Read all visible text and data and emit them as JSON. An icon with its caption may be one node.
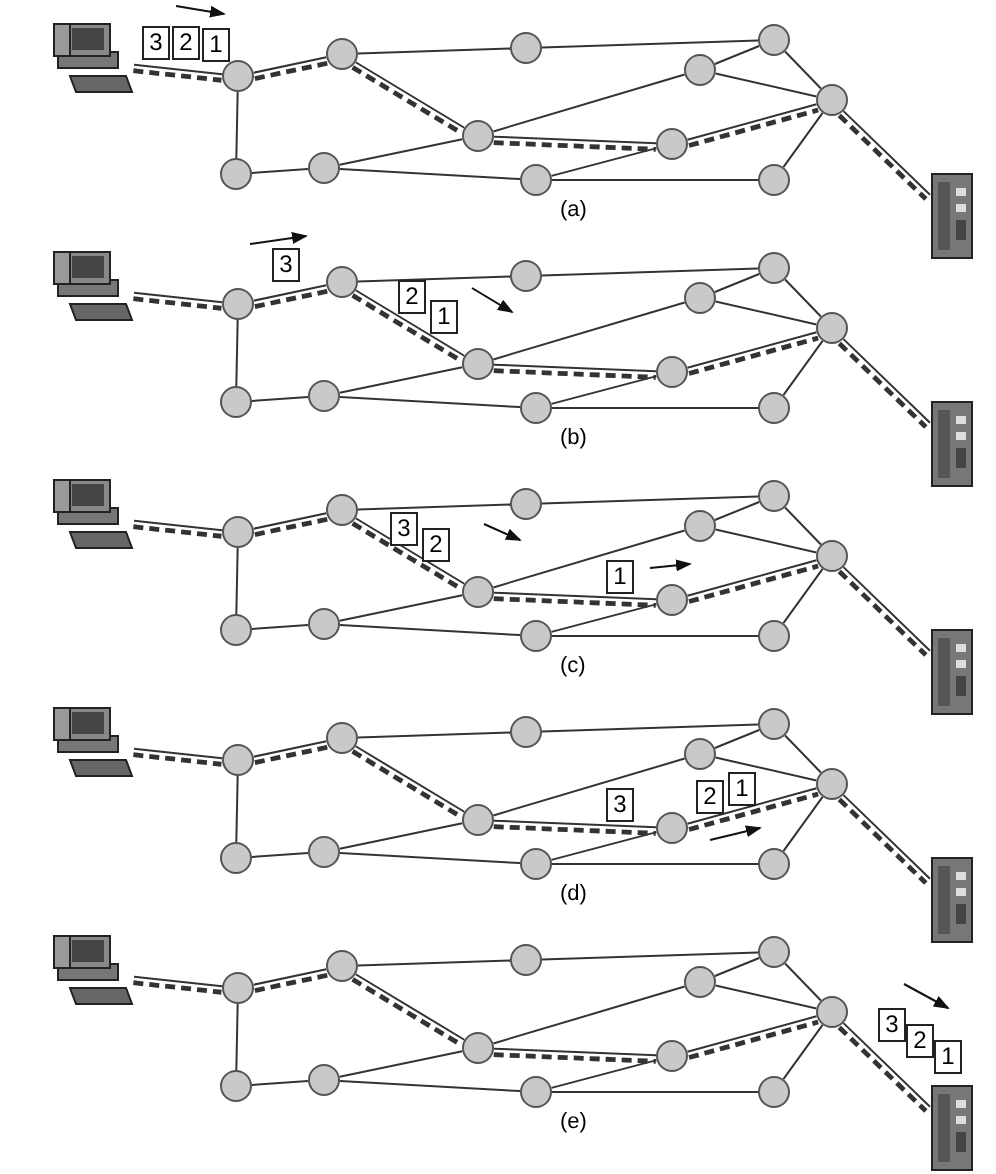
{
  "diagram": {
    "nodes": [
      {
        "text": [],
        "shape": "computer"
      },
      {
        "text": [],
        "shape": "circle"
      },
      {
        "text": [],
        "shape": "circle"
      },
      {
        "text": [],
        "shape": "circle"
      },
      {
        "text": [],
        "shape": "circle"
      },
      {
        "text": [],
        "shape": "circle"
      },
      {
        "text": [],
        "shape": "circle"
      },
      {
        "text": [],
        "shape": "circle"
      },
      {
        "text": [],
        "shape": "circle"
      },
      {
        "text": [],
        "shape": "circle"
      },
      {
        "text": [],
        "shape": "circle"
      },
      {
        "text": [],
        "shape": "circle"
      },
      {
        "text": [],
        "shape": "circle"
      },
      {
        "text": [],
        "shape": "server"
      },
      {
        "text": [
          "3"
        ]
      },
      {
        "text": [
          "2"
        ]
      },
      {
        "text": [
          "1"
        ]
      },
      {
        "text": [],
        "shape": "computer"
      },
      {
        "text": [],
        "shape": "circle"
      },
      {
        "text": [],
        "shape": "circle"
      },
      {
        "text": [],
        "shape": "circle"
      },
      {
        "text": [],
        "shape": "circle"
      },
      {
        "text": [],
        "shape": "circle"
      },
      {
        "text": [],
        "shape": "circle"
      },
      {
        "text": [],
        "shape": "circle"
      },
      {
        "text": [],
        "shape": "circle"
      },
      {
        "text": [],
        "shape": "circle"
      },
      {
        "text": [],
        "shape": "circle"
      },
      {
        "text": [],
        "shape": "circle"
      },
      {
        "text": [],
        "shape": "circle"
      },
      {
        "text": [],
        "shape": "server"
      },
      {
        "text": [
          "3"
        ]
      },
      {
        "text": [
          "2"
        ]
      },
      {
        "text": [
          "1"
        ]
      },
      {
        "text": [],
        "shape": "computer"
      },
      {
        "text": [],
        "shape": "circle"
      },
      {
        "text": [],
        "shape": "circle"
      },
      {
        "text": [],
        "shape": "circle"
      },
      {
        "text": [],
        "shape": "circle"
      },
      {
        "text": [],
        "shape": "circle"
      },
      {
        "text": [],
        "shape": "circle"
      },
      {
        "text": [],
        "shape": "circle"
      },
      {
        "text": [],
        "shape": "circle"
      },
      {
        "text": [],
        "shape": "circle"
      },
      {
        "text": [],
        "shape": "circle"
      },
      {
        "text": [],
        "shape": "circle"
      },
      {
        "text": [],
        "shape": "circle"
      },
      {
        "text": [],
        "shape": "server"
      },
      {
        "text": [
          "3"
        ]
      },
      {
        "text": [
          "2"
        ]
      },
      {
        "text": [
          "1"
        ]
      },
      {
        "text": [],
        "shape": "computer"
      },
      {
        "text": [],
        "shape": "circle"
      },
      {
        "text": [],
        "shape": "circle"
      },
      {
        "text": [],
        "shape": "circle"
      },
      {
        "text": [],
        "shape": "circle"
      },
      {
        "text": [],
        "shape": "circle"
      },
      {
        "text": [],
        "shape": "circle"
      },
      {
        "text": [],
        "shape": "circle"
      },
      {
        "text": [],
        "shape": "circle"
      },
      {
        "text": [],
        "shape": "circle"
      },
      {
        "text": [],
        "shape": "circle"
      },
      {
        "text": [],
        "shape": "circle"
      },
      {
        "text": [],
        "shape": "circle"
      },
      {
        "text": [],
        "shape": "server"
      },
      {
        "text": [
          "3"
        ]
      },
      {
        "text": [
          "2"
        ]
      },
      {
        "text": [
          "1"
        ]
      },
      {
        "text": [],
        "shape": "computer"
      },
      {
        "text": [],
        "shape": "circle"
      },
      {
        "text": [],
        "shape": "circle"
      },
      {
        "text": [],
        "shape": "circle"
      },
      {
        "text": [],
        "shape": "circle"
      },
      {
        "text": [],
        "shape": "circle"
      },
      {
        "text": [],
        "shape": "circle"
      },
      {
        "text": [],
        "shape": "circle"
      },
      {
        "text": [],
        "shape": "circle"
      },
      {
        "text": [],
        "shape": "circle"
      },
      {
        "text": [],
        "shape": "circle"
      },
      {
        "text": [],
        "shape": "circle"
      },
      {
        "text": [],
        "shape": "circle"
      },
      {
        "text": [],
        "shape": "server"
      },
      {
        "text": [
          "3"
        ]
      },
      {
        "text": [
          "2"
        ]
      },
      {
        "text": [
          "1"
        ]
      }
    ],
    "edges": [
      {
        "from": 0,
        "to": 1,
        "arrow": "none"
      },
      {
        "from": 1,
        "to": 2,
        "arrow": "none"
      },
      {
        "from": 1,
        "to": 9,
        "arrow": "none"
      },
      {
        "from": 2,
        "to": 3,
        "arrow": "none"
      },
      {
        "from": 3,
        "to": 4,
        "arrow": "none"
      },
      {
        "from": 2,
        "to": 6,
        "arrow": "none"
      },
      {
        "from": 4,
        "to": 8,
        "arrow": "none"
      },
      {
        "from": 5,
        "to": 4,
        "arrow": "none"
      },
      {
        "from": 5,
        "to": 8,
        "arrow": "none"
      },
      {
        "from": 6,
        "to": 5,
        "arrow": "none"
      },
      {
        "from": 6,
        "to": 7,
        "arrow": "none"
      },
      {
        "from": 7,
        "to": 8,
        "arrow": "none"
      },
      {
        "from": 9,
        "to": 10,
        "arrow": "none"
      },
      {
        "from": 10,
        "to": 6,
        "arrow": "none"
      },
      {
        "from": 10,
        "to": 11,
        "arrow": "none"
      },
      {
        "from": 11,
        "to": 7,
        "arrow": "none"
      },
      {
        "from": 11,
        "to": 12,
        "arrow": "none"
      },
      {
        "from": 12,
        "to": 8,
        "arrow": "none"
      },
      {
        "from": 8,
        "to": 13,
        "arrow": "none"
      },
      {
        "from": 0,
        "to": 1,
        "arrow": "none",
        "style": "dashed"
      },
      {
        "from": 1,
        "to": 2,
        "arrow": "none",
        "style": "dashed"
      },
      {
        "from": 2,
        "to": 6,
        "arrow": "none",
        "style": "dashed"
      },
      {
        "from": 6,
        "to": 7,
        "arrow": "none",
        "style": "dashed"
      },
      {
        "from": 7,
        "to": 8,
        "arrow": "none",
        "style": "dashed"
      },
      {
        "from": 8,
        "to": 13,
        "arrow": "none",
        "style": "dashed"
      },
      {
        "from": 17,
        "to": 18,
        "arrow": "none"
      },
      {
        "from": 18,
        "to": 19,
        "arrow": "none"
      },
      {
        "from": 18,
        "to": 26,
        "arrow": "none"
      },
      {
        "from": 19,
        "to": 20,
        "arrow": "none"
      },
      {
        "from": 20,
        "to": 21,
        "arrow": "none"
      },
      {
        "from": 19,
        "to": 23,
        "arrow": "none"
      },
      {
        "from": 21,
        "to": 25,
        "arrow": "none"
      },
      {
        "from": 22,
        "to": 21,
        "arrow": "none"
      },
      {
        "from": 22,
        "to": 25,
        "arrow": "none"
      },
      {
        "from": 23,
        "to": 22,
        "arrow": "none"
      },
      {
        "from": 23,
        "to": 24,
        "arrow": "none"
      },
      {
        "from": 24,
        "to": 25,
        "arrow": "none"
      },
      {
        "from": 26,
        "to": 27,
        "arrow": "none"
      },
      {
        "from": 27,
        "to": 23,
        "arrow": "none"
      },
      {
        "from": 27,
        "to": 28,
        "arrow": "none"
      },
      {
        "from": 28,
        "to": 24,
        "arrow": "none"
      },
      {
        "from": 28,
        "to": 29,
        "arrow": "none"
      },
      {
        "from": 29,
        "to": 25,
        "arrow": "none"
      },
      {
        "from": 25,
        "to": 30,
        "arrow": "none"
      },
      {
        "from": 17,
        "to": 18,
        "arrow": "none",
        "style": "dashed"
      },
      {
        "from": 18,
        "to": 19,
        "arrow": "none",
        "style": "dashed"
      },
      {
        "from": 19,
        "to": 23,
        "arrow": "none",
        "style": "dashed"
      },
      {
        "from": 23,
        "to": 24,
        "arrow": "none",
        "style": "dashed"
      },
      {
        "from": 24,
        "to": 25,
        "arrow": "none",
        "style": "dashed"
      },
      {
        "from": 25,
        "to": 30,
        "arrow": "none",
        "style": "dashed"
      },
      {
        "from": 34,
        "to": 35,
        "arrow": "none"
      },
      {
        "from": 35,
        "to": 36,
        "arrow": "none"
      },
      {
        "from": 35,
        "to": 43,
        "arrow": "none"
      },
      {
        "from": 36,
        "to": 37,
        "arrow": "none"
      },
      {
        "from": 37,
        "to": 38,
        "arrow": "none"
      },
      {
        "from": 36,
        "to": 40,
        "arrow": "none"
      },
      {
        "from": 38,
        "to": 42,
        "arrow": "none"
      },
      {
        "from": 39,
        "to": 38,
        "arrow": "none"
      },
      {
        "from": 39,
        "to": 42,
        "arrow": "none"
      },
      {
        "from": 40,
        "to": 39,
        "arrow": "none"
      },
      {
        "from": 40,
        "to": 41,
        "arrow": "none"
      },
      {
        "from": 41,
        "to": 42,
        "arrow": "none"
      },
      {
        "from": 43,
        "to": 44,
        "arrow": "none"
      },
      {
        "from": 44,
        "to": 40,
        "arrow": "none"
      },
      {
        "from": 44,
        "to": 45,
        "arrow": "none"
      },
      {
        "from": 45,
        "to": 41,
        "arrow": "none"
      },
      {
        "from": 45,
        "to": 46,
        "arrow": "none"
      },
      {
        "from": 46,
        "to": 42,
        "arrow": "none"
      },
      {
        "from": 42,
        "to": 47,
        "arrow": "none"
      },
      {
        "from": 34,
        "to": 35,
        "arrow": "none",
        "style": "dashed"
      },
      {
        "from": 35,
        "to": 36,
        "arrow": "none",
        "style": "dashed"
      },
      {
        "from": 36,
        "to": 40,
        "arrow": "none",
        "style": "dashed"
      },
      {
        "from": 40,
        "to": 41,
        "arrow": "none",
        "style": "dashed"
      },
      {
        "from": 41,
        "to": 42,
        "arrow": "none",
        "style": "dashed"
      },
      {
        "from": 42,
        "to": 47,
        "arrow": "none",
        "style": "dashed"
      },
      {
        "from": 51,
        "to": 52,
        "arrow": "none"
      },
      {
        "from": 52,
        "to": 53,
        "arrow": "none"
      },
      {
        "from": 52,
        "to": 60,
        "arrow": "none"
      },
      {
        "from": 53,
        "to": 54,
        "arrow": "none"
      },
      {
        "from": 54,
        "to": 55,
        "arrow": "none"
      },
      {
        "from": 53,
        "to": 57,
        "arrow": "none"
      },
      {
        "from": 55,
        "to": 59,
        "arrow": "none"
      },
      {
        "from": 56,
        "to": 55,
        "arrow": "none"
      },
      {
        "from": 56,
        "to": 59,
        "arrow": "none"
      },
      {
        "from": 57,
        "to": 56,
        "arrow": "none"
      },
      {
        "from": 57,
        "to": 58,
        "arrow": "none"
      },
      {
        "from": 58,
        "to": 59,
        "arrow": "none"
      },
      {
        "from": 60,
        "to": 61,
        "arrow": "none"
      },
      {
        "from": 61,
        "to": 57,
        "arrow": "none"
      },
      {
        "from": 61,
        "to": 62,
        "arrow": "none"
      },
      {
        "from": 62,
        "to": 58,
        "arrow": "none"
      },
      {
        "from": 62,
        "to": 63,
        "arrow": "none"
      },
      {
        "from": 63,
        "to": 59,
        "arrow": "none"
      },
      {
        "from": 59,
        "to": 64,
        "arrow": "none"
      },
      {
        "from": 51,
        "to": 52,
        "arrow": "none",
        "style": "dashed"
      },
      {
        "from": 52,
        "to": 53,
        "arrow": "none",
        "style": "dashed"
      },
      {
        "from": 53,
        "to": 57,
        "arrow": "none",
        "style": "dashed"
      },
      {
        "from": 57,
        "to": 58,
        "arrow": "none",
        "style": "dashed"
      },
      {
        "from": 58,
        "to": 59,
        "arrow": "none",
        "style": "dashed"
      },
      {
        "from": 59,
        "to": 64,
        "arrow": "none",
        "style": "dashed"
      },
      {
        "from": 68,
        "to": 69,
        "arrow": "none"
      },
      {
        "from": 69,
        "to": 70,
        "arrow": "none"
      },
      {
        "from": 69,
        "to": 77,
        "arrow": "none"
      },
      {
        "from": 70,
        "to": 71,
        "arrow": "none"
      },
      {
        "from": 71,
        "to": 72,
        "arrow": "none"
      },
      {
        "from": 70,
        "to": 74,
        "arrow": "none"
      },
      {
        "from": 72,
        "to": 76,
        "arrow": "none"
      },
      {
        "from": 73,
        "to": 72,
        "arrow": "none"
      },
      {
        "from": 73,
        "to": 76,
        "arrow": "none"
      },
      {
        "from": 74,
        "to": 73,
        "arrow": "none"
      },
      {
        "from": 74,
        "to": 75,
        "arrow": "none"
      },
      {
        "from": 75,
        "to": 76,
        "arrow": "none"
      },
      {
        "from": 77,
        "to": 78,
        "arrow": "none"
      },
      {
        "from": 78,
        "to": 74,
        "arrow": "none"
      },
      {
        "from": 78,
        "to": 79,
        "arrow": "none"
      },
      {
        "from": 79,
        "to": 75,
        "arrow": "none"
      },
      {
        "from": 79,
        "to": 80,
        "arrow": "none"
      },
      {
        "from": 80,
        "to": 76,
        "arrow": "none"
      },
      {
        "from": 76,
        "to": 81,
        "arrow": "none"
      },
      {
        "from": 68,
        "to": 69,
        "arrow": "none",
        "style": "dashed"
      },
      {
        "from": 69,
        "to": 70,
        "arrow": "none",
        "style": "dashed"
      },
      {
        "from": 70,
        "to": 74,
        "arrow": "none",
        "style": "dashed"
      },
      {
        "from": 74,
        "to": 75,
        "arrow": "none",
        "style": "dashed"
      },
      {
        "from": 75,
        "to": 76,
        "arrow": "none",
        "style": "dashed"
      },
      {
        "from": 76,
        "to": 81,
        "arrow": "none",
        "style": "dashed"
      }
    ],
    "labels": [
      "(a)",
      "(b)",
      "(c)",
      "(d)",
      "(e)"
    ]
  }
}
